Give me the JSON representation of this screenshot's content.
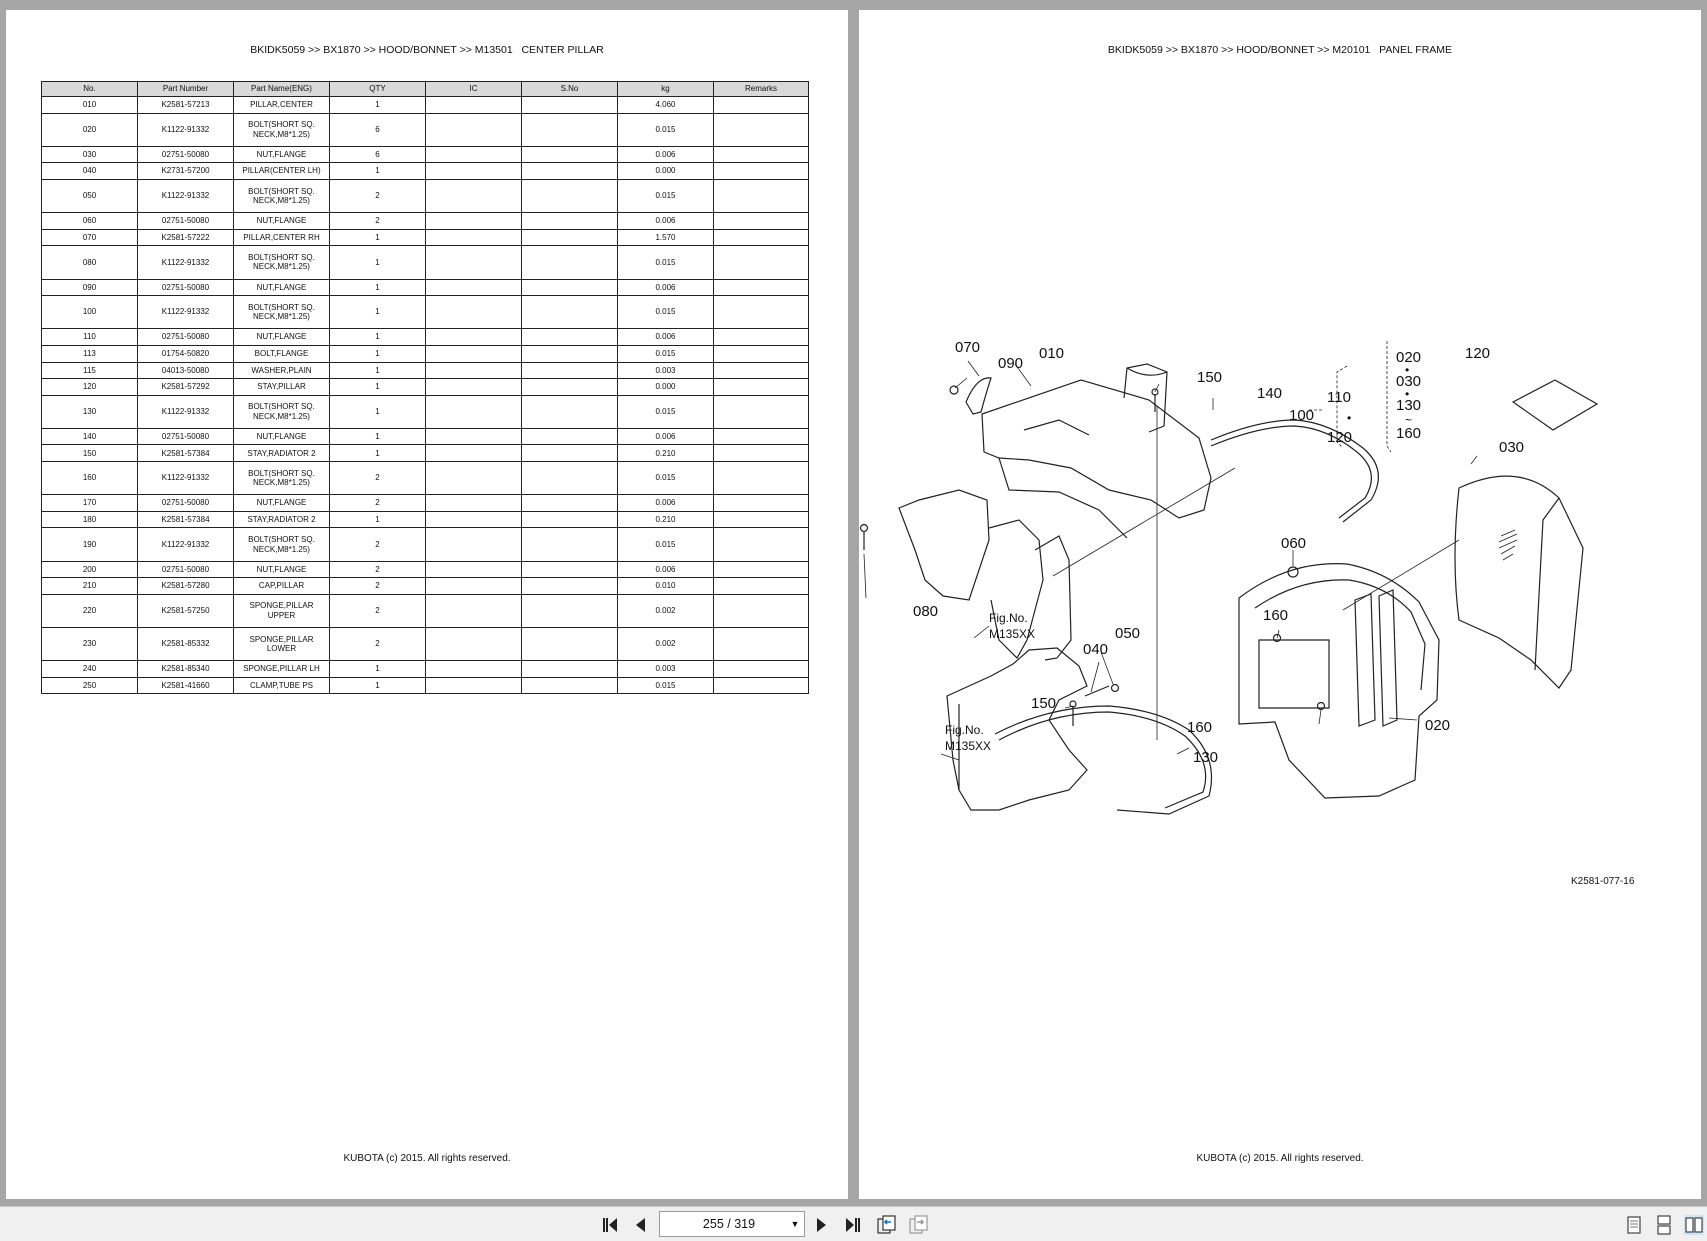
{
  "left_page": {
    "header": "BKIDK5059 >> BX1870 >> HOOD/BONNET >> M13501   CENTER PILLAR",
    "footer": "KUBOTA (c) 2015. All rights reserved.",
    "table": {
      "columns": [
        "No.",
        "Part Number",
        "Part Name(ENG)",
        "QTY",
        "IC",
        "S.No",
        "kg",
        "Remarks"
      ],
      "rows": [
        {
          "no": "010",
          "part_number": "K2581-57213",
          "name": "PILLAR,CENTER",
          "qty": "1",
          "ic": "",
          "sno": "",
          "kg": "4.060",
          "remarks": ""
        },
        {
          "no": "020",
          "part_number": "K1122-91332",
          "name": "BOLT(SHORT SQ. NECK,M8*1.25)",
          "qty": "6",
          "ic": "",
          "sno": "",
          "kg": "0.015",
          "remarks": ""
        },
        {
          "no": "030",
          "part_number": "02751-50080",
          "name": "NUT,FLANGE",
          "qty": "6",
          "ic": "",
          "sno": "",
          "kg": "0.006",
          "remarks": ""
        },
        {
          "no": "040",
          "part_number": "K2731-57200",
          "name": "PILLAR(CENTER LH)",
          "qty": "1",
          "ic": "",
          "sno": "",
          "kg": "0.000",
          "remarks": ""
        },
        {
          "no": "050",
          "part_number": "K1122-91332",
          "name": "BOLT(SHORT SQ. NECK,M8*1.25)",
          "qty": "2",
          "ic": "",
          "sno": "",
          "kg": "0.015",
          "remarks": ""
        },
        {
          "no": "060",
          "part_number": "02751-50080",
          "name": "NUT,FLANGE",
          "qty": "2",
          "ic": "",
          "sno": "",
          "kg": "0.006",
          "remarks": ""
        },
        {
          "no": "070",
          "part_number": "K2581-57222",
          "name": "PILLAR,CENTER RH",
          "qty": "1",
          "ic": "",
          "sno": "",
          "kg": "1.570",
          "remarks": ""
        },
        {
          "no": "080",
          "part_number": "K1122-91332",
          "name": "BOLT(SHORT SQ. NECK,M8*1.25)",
          "qty": "1",
          "ic": "",
          "sno": "",
          "kg": "0.015",
          "remarks": ""
        },
        {
          "no": "090",
          "part_number": "02751-50080",
          "name": "NUT,FLANGE",
          "qty": "1",
          "ic": "",
          "sno": "",
          "kg": "0.006",
          "remarks": ""
        },
        {
          "no": "100",
          "part_number": "K1122-91332",
          "name": "BOLT(SHORT SQ. NECK,M8*1.25)",
          "qty": "1",
          "ic": "",
          "sno": "",
          "kg": "0.015",
          "remarks": ""
        },
        {
          "no": "110",
          "part_number": "02751-50080",
          "name": "NUT,FLANGE",
          "qty": "1",
          "ic": "",
          "sno": "",
          "kg": "0.006",
          "remarks": ""
        },
        {
          "no": "113",
          "part_number": "01754-50820",
          "name": "BOLT,FLANGE",
          "qty": "1",
          "ic": "",
          "sno": "",
          "kg": "0.015",
          "remarks": ""
        },
        {
          "no": "115",
          "part_number": "04013-50080",
          "name": "WASHER,PLAIN",
          "qty": "1",
          "ic": "",
          "sno": "",
          "kg": "0.003",
          "remarks": ""
        },
        {
          "no": "120",
          "part_number": "K2581-57292",
          "name": "STAY,PILLAR",
          "qty": "1",
          "ic": "",
          "sno": "",
          "kg": "0.000",
          "remarks": ""
        },
        {
          "no": "130",
          "part_number": "K1122-91332",
          "name": "BOLT(SHORT SQ. NECK,M8*1.25)",
          "qty": "1",
          "ic": "",
          "sno": "",
          "kg": "0.015",
          "remarks": ""
        },
        {
          "no": "140",
          "part_number": "02751-50080",
          "name": "NUT,FLANGE",
          "qty": "1",
          "ic": "",
          "sno": "",
          "kg": "0.006",
          "remarks": ""
        },
        {
          "no": "150",
          "part_number": "K2581-57384",
          "name": "STAY,RADIATOR 2",
          "qty": "1",
          "ic": "",
          "sno": "",
          "kg": "0.210",
          "remarks": ""
        },
        {
          "no": "160",
          "part_number": "K1122-91332",
          "name": "BOLT(SHORT SQ. NECK,M8*1.25)",
          "qty": "2",
          "ic": "",
          "sno": "",
          "kg": "0.015",
          "remarks": ""
        },
        {
          "no": "170",
          "part_number": "02751-50080",
          "name": "NUT,FLANGE",
          "qty": "2",
          "ic": "",
          "sno": "",
          "kg": "0.006",
          "remarks": ""
        },
        {
          "no": "180",
          "part_number": "K2581-57384",
          "name": "STAY,RADIATOR 2",
          "qty": "1",
          "ic": "",
          "sno": "",
          "kg": "0.210",
          "remarks": ""
        },
        {
          "no": "190",
          "part_number": "K1122-91332",
          "name": "BOLT(SHORT SQ. NECK,M8*1.25)",
          "qty": "2",
          "ic": "",
          "sno": "",
          "kg": "0.015",
          "remarks": ""
        },
        {
          "no": "200",
          "part_number": "02751-50080",
          "name": "NUT,FLANGE",
          "qty": "2",
          "ic": "",
          "sno": "",
          "kg": "0.006",
          "remarks": ""
        },
        {
          "no": "210",
          "part_number": "K2581-57280",
          "name": "CAP,PILLAR",
          "qty": "2",
          "ic": "",
          "sno": "",
          "kg": "0.010",
          "remarks": ""
        },
        {
          "no": "220",
          "part_number": "K2581-57250",
          "name": "SPONGE,PILLAR UPPER",
          "qty": "2",
          "ic": "",
          "sno": "",
          "kg": "0.002",
          "remarks": ""
        },
        {
          "no": "230",
          "part_number": "K2581-85332",
          "name": "SPONGE,PILLAR LOWER",
          "qty": "2",
          "ic": "",
          "sno": "",
          "kg": "0.002",
          "remarks": ""
        },
        {
          "no": "240",
          "part_number": "K2581-85340",
          "name": "SPONGE,PILLAR LH",
          "qty": "1",
          "ic": "",
          "sno": "",
          "kg": "0.003",
          "remarks": ""
        },
        {
          "no": "250",
          "part_number": "K2581-41660",
          "name": "CLAMP,TUBE PS",
          "qty": "1",
          "ic": "",
          "sno": "",
          "kg": "0.015",
          "remarks": ""
        }
      ]
    }
  },
  "right_page": {
    "header": "BKIDK5059 >> BX1870 >> HOOD/BONNET >> M20101   PANEL FRAME",
    "footer": "KUBOTA (c) 2015. All rights reserved.",
    "drawing_code": "K2581-077-16",
    "callouts": {
      "c010": "010",
      "c020": "020",
      "c030": "030",
      "c040": "040",
      "c050": "050",
      "c060": "060",
      "c070": "070",
      "c080": "080",
      "c090": "090",
      "c100": "100",
      "c110": "110",
      "c120": "120",
      "c130": "130",
      "c140": "140",
      "c150a": "150",
      "c150b": "150",
      "c160a": "160",
      "c160b": "160",
      "g020": "020",
      "g030": "030",
      "g130": "130",
      "g160": "160",
      "g110": "110",
      "g120": "120",
      "fig_label_1": "Fig.No.",
      "fig_code_1": "M135XX",
      "fig_label_2": "Fig.No.",
      "fig_code_2": "M135XX"
    }
  },
  "toolbar": {
    "page_indicator": "255 / 319",
    "icons": [
      "first-page-icon",
      "previous-page-icon",
      "next-page-icon",
      "last-page-icon",
      "back-view-icon",
      "forward-view-icon",
      "single-page-view-icon",
      "continuous-view-icon",
      "two-page-view-icon"
    ]
  }
}
